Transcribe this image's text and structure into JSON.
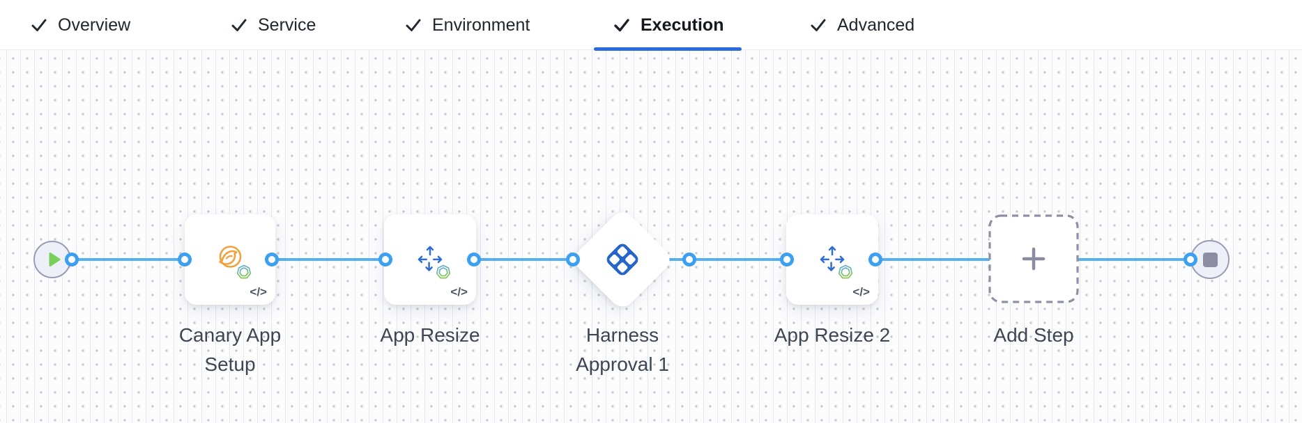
{
  "tabs": [
    {
      "label": "Overview",
      "checked": true,
      "active": false
    },
    {
      "label": "Service",
      "checked": true,
      "active": false
    },
    {
      "label": "Environment",
      "checked": true,
      "active": false
    },
    {
      "label": "Execution",
      "checked": true,
      "active": true
    },
    {
      "label": "Advanced",
      "checked": true,
      "active": false
    }
  ],
  "canvas": {
    "nodes": [
      {
        "type": "start",
        "icon": "play-icon"
      },
      {
        "type": "step",
        "icon": "canary-icon",
        "label_lines": [
          "Canary App",
          "Setup"
        ],
        "code_badge": "</>"
      },
      {
        "type": "step",
        "icon": "move-arrows-icon",
        "label_lines": [
          "App Resize"
        ],
        "code_badge": "</>"
      },
      {
        "type": "approval",
        "icon": "harness-approval-icon",
        "label_lines": [
          "Harness",
          "Approval 1"
        ]
      },
      {
        "type": "step",
        "icon": "move-arrows-icon",
        "label_lines": [
          "App Resize 2"
        ],
        "code_badge": "</>"
      },
      {
        "type": "add-step",
        "icon": "plus-icon",
        "label_lines": [
          "Add Step"
        ]
      },
      {
        "type": "end",
        "icon": "stop-icon"
      }
    ],
    "colors": {
      "connector_line": "#56B0F2",
      "connector_port": "#3B9FF2",
      "active_tab_underline": "#2B6BE2",
      "canary_orange": "#EFA13C",
      "arrows_blue": "#2F6ECE",
      "approval_blue": "#2565CB",
      "play_green": "#77D158",
      "stop_grey": "#8C8CA4",
      "node_label": "#3E4653"
    }
  }
}
